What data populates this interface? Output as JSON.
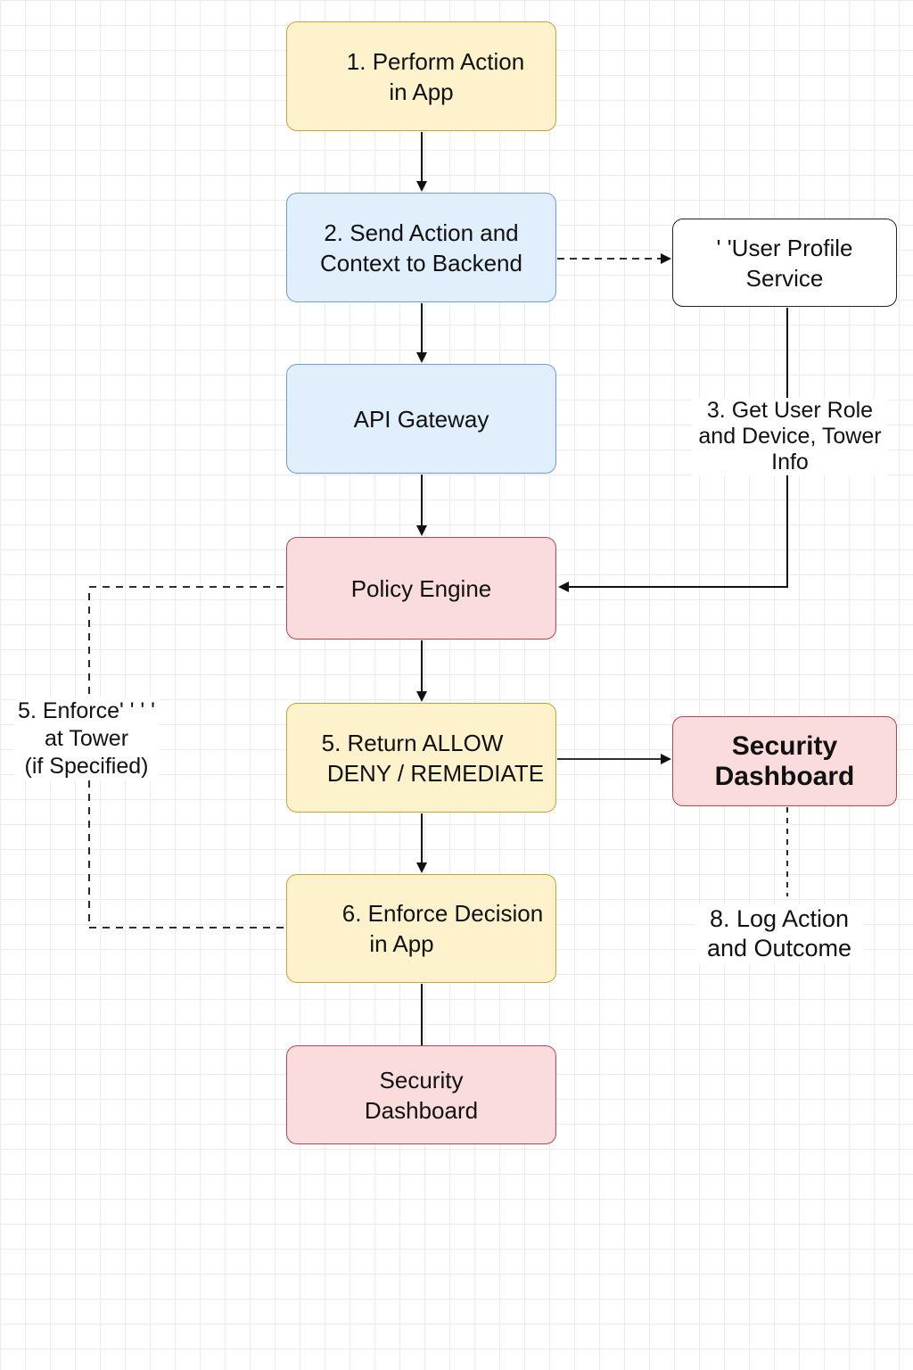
{
  "nodes": {
    "perform_action": [
      "1. Perform Action",
      "in App"
    ],
    "send_action": [
      "2. Send Action and",
      "Context to Backend"
    ],
    "api_gateway": [
      "API Gateway"
    ],
    "policy_engine": [
      "Policy Engine"
    ],
    "return_decision": [
      "5. Return ALLOW",
      "DENY / REMEDIATE"
    ],
    "enforce_decision": [
      "6. Enforce Decision",
      "in App"
    ],
    "security_dashboard_bottom": [
      "Security",
      "Dashboard"
    ],
    "user_profile_service": [
      "' 'User Profile",
      "Service"
    ],
    "security_dashboard_right": [
      "Security",
      "Dashboard"
    ]
  },
  "labels": {
    "get_user_role": [
      "3. Get User Role",
      "and Device, Tower",
      "Info"
    ],
    "enforce_at_tower": [
      "5. Enforce' ' ' '",
      "at Tower",
      "(if Specified)"
    ],
    "log_action": [
      "8. Log Action",
      "and Outcome"
    ]
  },
  "colors": {
    "yellow_fill": "#fdf2cb",
    "blue_fill": "#e1eefc",
    "red_fill": "#fadcdc",
    "line": "#111111"
  }
}
